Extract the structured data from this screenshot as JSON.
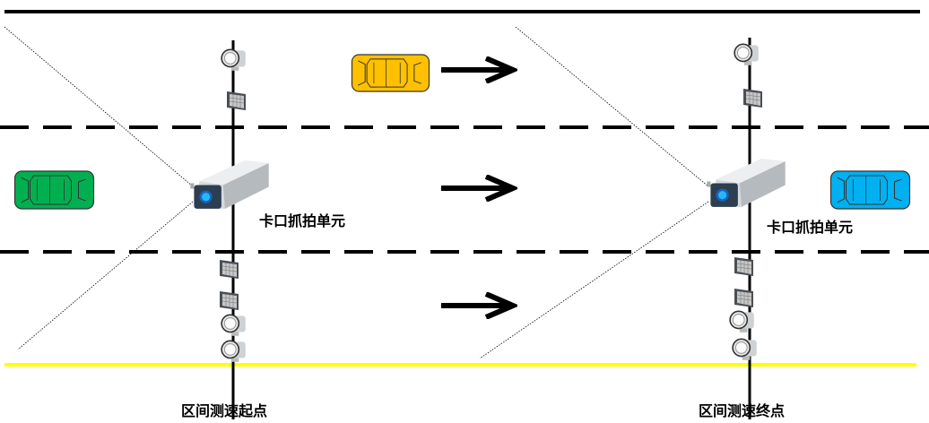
{
  "labels": {
    "capture_unit_start": "卡口抓拍单元",
    "capture_unit_end": "卡口抓拍单元",
    "start_point": "区间测速起点",
    "end_point": "区间测速终点"
  },
  "colors": {
    "road_line": "#000000",
    "road_edge": "#ffff00",
    "car_yellow": "#ffc000",
    "car_green": "#00b050",
    "car_blue": "#00b0f0"
  },
  "icons": [
    "camera-icon",
    "floodlight-icon",
    "flash-lamp-icon",
    "car-icon",
    "arrow-right-icon"
  ]
}
